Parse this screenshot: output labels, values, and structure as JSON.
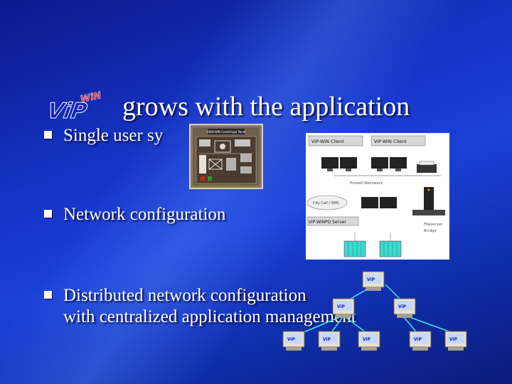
{
  "slide": {
    "logo_text": "ViP",
    "logo_sup": "WiN",
    "title": "grows with the application",
    "bullets": [
      {
        "lines": [
          "Single user sy"
        ]
      },
      {
        "lines": [
          "Network configuration"
        ]
      },
      {
        "lines": [
          "Distributed network configuration",
          "with centralized application management"
        ]
      }
    ]
  },
  "panel": {
    "header": "VIEW.WIN Centrifugal Panel"
  },
  "network": {
    "client1": "ViP-WiN Client",
    "client2": "ViP-WiN Client",
    "net_label": "Prozeß-Netzwerk",
    "cloud": "City Call / SMS",
    "server": "ViP-WiNPD Server",
    "fileserver": "Fileserver",
    "bridge": "Bridge"
  },
  "colors": {
    "bg": "#1533c4",
    "text": "#ffffff",
    "logo": "#1020c0",
    "logo_sup": "#e02020"
  }
}
